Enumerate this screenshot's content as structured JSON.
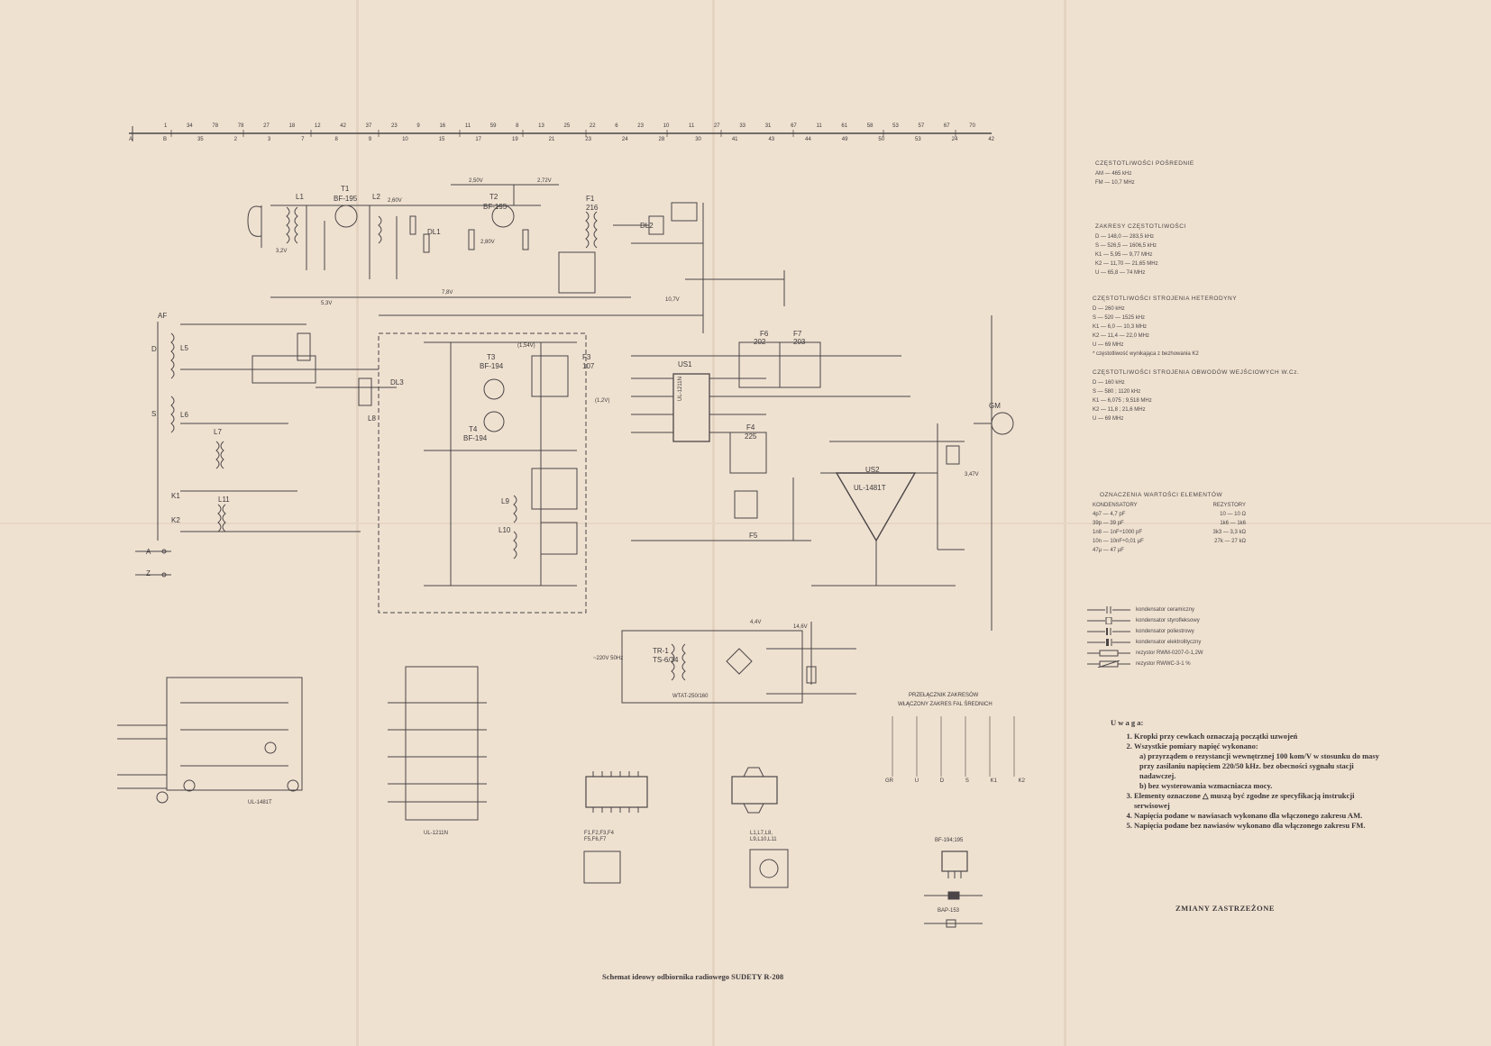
{
  "caption": "Schemat ideowy odbiornika radiowego SUDETY R-208",
  "stamp": "ZMIANY ZASTRZEŻONE",
  "components": {
    "transistors": [
      "T1",
      "BF-195",
      "T2",
      "BF-195",
      "T3",
      "BF-194",
      "T4",
      "BF-194"
    ],
    "coils": [
      "L1",
      "L2",
      "L5",
      "L6",
      "L7",
      "L8",
      "L9",
      "L10",
      "L11"
    ],
    "filters": [
      "F1",
      "216",
      "F3",
      "107",
      "F4",
      "225",
      "F5",
      "F6",
      "202",
      "F7",
      "203"
    ],
    "ics": [
      "US1",
      "UL-1211N",
      "US2",
      "UL-1481T"
    ],
    "switches": [
      "K1",
      "K2",
      "AF",
      "D",
      "S"
    ],
    "misc": [
      "DL1",
      "DL2",
      "DL3",
      "GM",
      "TR-1",
      "TS-6/34",
      "A",
      "Z",
      "~220V 50Hz",
      "WTAT-250/160",
      "BF-194;195",
      "BAP-153",
      "UL-1211N",
      "UL-1481T",
      "F1,F2,F3,F4 F5,F6,F7",
      "L1,L7,L8, L9,L10,L11"
    ],
    "voltages": [
      "2,50V",
      "2,72V",
      "2,60V",
      "3,2V",
      "2,80V",
      "(1,54V)",
      "10,7V",
      "7,8V",
      "5,3V",
      "3,47V",
      "(1,2V)",
      "4,4V",
      "14,6V"
    ]
  },
  "ruler": {
    "top": [
      "1",
      "34",
      "78",
      "78",
      "27",
      "18",
      "12",
      "42",
      "37",
      "23",
      "9",
      "16",
      "11",
      "59",
      "8",
      "13",
      "25",
      "22",
      "6",
      "23",
      "10",
      "11",
      "27",
      "33",
      "31",
      "67",
      "11",
      "61",
      "58",
      "53",
      "57",
      "67",
      "70"
    ],
    "bottom": [
      "A",
      "B",
      "35",
      "2",
      "3",
      "7",
      "8",
      "9",
      "10",
      "15",
      "17",
      "19",
      "21",
      "23",
      "24",
      "28",
      "30",
      "41",
      "43",
      "44",
      "49",
      "50",
      "53",
      "24",
      "42"
    ]
  },
  "panels": {
    "if": {
      "title": "CZĘSTOTLIWOŚCI POŚREDNIE",
      "rows": [
        "AM — 465 kHz",
        "FM — 10,7 MHz"
      ]
    },
    "ranges": {
      "title": "ZAKRESY CZĘSTOTLIWOŚCI",
      "rows": [
        "D — 148,0 — 283,5 kHz",
        "S — 526,5 — 1606,5 kHz",
        "K1 — 5,95 — 9,77 MHz",
        "K2 — 11,70 — 21,65 MHz",
        "U — 65,8 — 74 MHz"
      ]
    },
    "heterodyne": {
      "title": "CZĘSTOTLIWOŚCI STROJENIA HETERODYNY",
      "rows": [
        "D — 260 kHz",
        "S — 520 — 1525 kHz",
        "K1 — 6,0 — 10,3 MHz",
        "K2 — 11,4 — 22,0 MHz",
        "U — 69 MHz"
      ],
      "footnote": "* częstotliwość wynikająca z bezhowania K2"
    },
    "input": {
      "title": "CZĘSTOTLIWOŚCI STROJENIA OBWODÓW WEJŚCIOWYCH W.Cz.",
      "rows": [
        "D — 160 kHz",
        "S — 580 ; 1120 kHz",
        "K1 — 6,075 ; 9,518 MHz",
        "K2 — 11,8 ; 21,6 MHz",
        "U — 69 MHz"
      ]
    },
    "values": {
      "title": "OZNACZENIA WARTOŚCI ELEMENTÓW",
      "col1": "KONDENSATORY",
      "col2": "REZYSTORY",
      "rows": [
        [
          "4p7 — 4,7 pF",
          "10 — 10 Ω"
        ],
        [
          "39p — 39 pF",
          "1k6 — 1k6"
        ],
        [
          "1n8 — 1nF÷1000 pF",
          "3k3 — 3,3 kΩ"
        ],
        [
          "10n — 10nF÷0,01 µF",
          "27k — 27 kΩ"
        ],
        [
          "47µ — 47 µF",
          ""
        ]
      ]
    }
  },
  "legend": [
    {
      "symbol": "ceramic",
      "label": "kondensator ceramiczny"
    },
    {
      "symbol": "styroflex",
      "label": "kondensator styrofleksowy"
    },
    {
      "symbol": "polyester",
      "label": "kondensator poliestrowy"
    },
    {
      "symbol": "electrolytic",
      "label": "kondensator elektrolityczny"
    },
    {
      "symbol": "resistor",
      "label": "rezystor RWM-0207-0-1,2W"
    },
    {
      "symbol": "variable",
      "label": "rezystor RWWC-3-1 %"
    }
  ],
  "switchTable": {
    "title": "PRZEŁĄCZNIK ZAKRESÓW",
    "subtitle": "WŁĄCZONY ZAKRES FAL ŚREDNICH",
    "cols": [
      "GR",
      "U",
      "D",
      "S",
      "K1",
      "K2"
    ]
  },
  "notes": {
    "title": "U w a g a:",
    "items": [
      "Kropki przy cewkach oznaczają początki uzwojeń",
      "Wszystkie pomiary napięć wykonano:",
      "Elementy oznaczone △ muszą być zgodne ze specyfikacją instrukcji serwisowej",
      "Napięcia podane w nawiasach wykonano dla włączonego zakresu AM.",
      "Napięcia podane bez nawiasów wykonano dla włączonego zakresu FM."
    ],
    "sub_a": "a) przyrządem o rezystancji wewnętrznej 100 kom/V w stosunku do masy przy zasilaniu napięciem 220/50 kHz. bez obecności sygnału stacji nadawczej.",
    "sub_b": "b) bez wysterowania wzmacniacza mocy."
  }
}
